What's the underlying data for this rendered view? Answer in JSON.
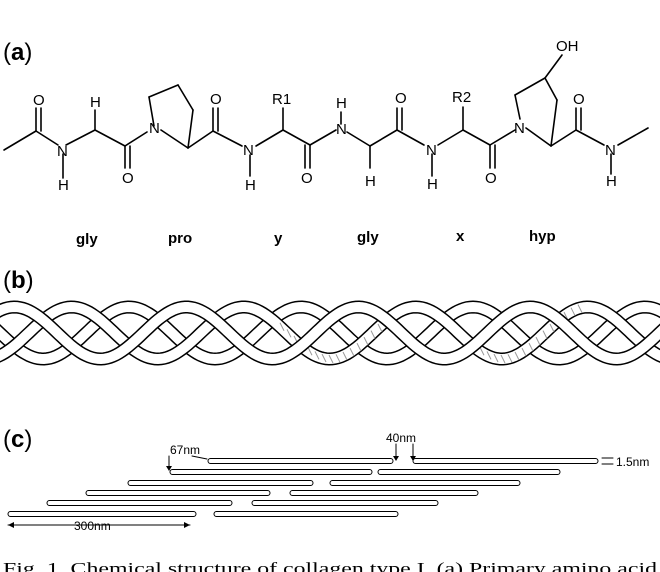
{
  "panels": {
    "a": {
      "label_open": "(",
      "label_letter": "a",
      "label_close": ")"
    },
    "b": {
      "label_open": "(",
      "label_letter": "b",
      "label_close": ")"
    },
    "c": {
      "label_open": "(",
      "label_letter": "c",
      "label_close": ")"
    }
  },
  "structure": {
    "atoms": {
      "O": "O",
      "N": "N",
      "H": "H",
      "OH": "OH",
      "R1": "R1",
      "R2": "R2"
    },
    "residues": [
      "gly",
      "pro",
      "y",
      "gly",
      "x",
      "hyp"
    ]
  },
  "fibril": {
    "labels": {
      "gap": "67nm",
      "overlap": "40nm",
      "width": "1.5nm",
      "length": "300nm"
    }
  },
  "caption": {
    "text": "Fig. 1. Chemical structure of collagen type I. (a) Primary amino acid"
  },
  "colors": {
    "ink": "#000000",
    "background": "#ffffff",
    "helix_shade": "#9a9a9a"
  }
}
